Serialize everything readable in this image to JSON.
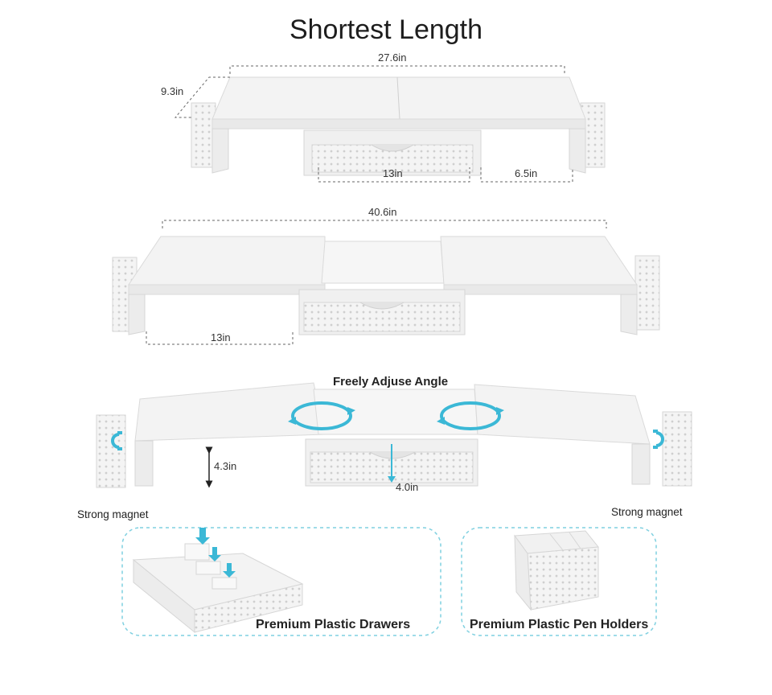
{
  "title": "Shortest Length",
  "dims": {
    "top_width": "27.6in",
    "top_depth": "9.3in",
    "top_drawer": "13in",
    "top_gap": "6.5in",
    "mid_width": "40.6in",
    "mid_shelf": "13in",
    "height": "4.3in",
    "drawer_height": "4.0in"
  },
  "labels": {
    "angle": "Freely Adjuse Angle",
    "magnet_left": "Strong magnet",
    "magnet_right": "Strong magnet",
    "drawers": "Premium Plastic Drawers",
    "pen_holders": "Premium Plastic Pen Holders"
  },
  "colors": {
    "accent": "#3bb8d6",
    "panel": "#f2f2f2",
    "edge": "#d8d8d8",
    "dash": "#666666"
  },
  "icons": [
    "rotate-arrows-icon",
    "magnet-icon",
    "down-arrow-icon"
  ]
}
